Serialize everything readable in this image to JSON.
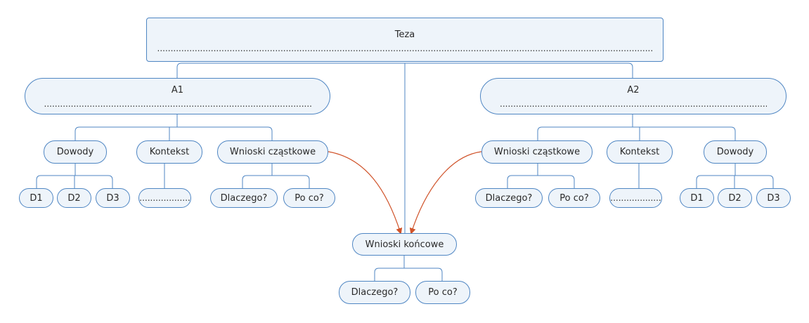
{
  "thesis": {
    "title": "Teza",
    "dots": "..............................................................................................................................................................................................................."
  },
  "left": {
    "title": "A1",
    "dots": "....................................................................................................................................",
    "dowody": {
      "label": "Dowody",
      "items": [
        "D1",
        "D2",
        "D3"
      ]
    },
    "kontekst": {
      "label": "Kontekst",
      "dots": "..................."
    },
    "wnioski": {
      "label": "Wnioski cząstkowe",
      "children": [
        "Dlaczego?",
        "Po co?"
      ]
    }
  },
  "right": {
    "title": "A2",
    "dots": "....................................................................................................................................",
    "dowody": {
      "label": "Dowody",
      "items": [
        "D1",
        "D2",
        "D3"
      ]
    },
    "kontekst": {
      "label": "Kontekst",
      "dots": "..................."
    },
    "wnioski": {
      "label": "Wnioski cząstkowe",
      "children": [
        "Dlaczego?",
        "Po co?"
      ]
    }
  },
  "final": {
    "label": "Wnioski końcowe",
    "children": [
      "Dlaczego?",
      "Po co?"
    ]
  },
  "colors": {
    "node_border": "#4f86c3",
    "node_fill": "#eef4fa",
    "connector": "#4f86c3",
    "arrow": "#d0532a"
  }
}
